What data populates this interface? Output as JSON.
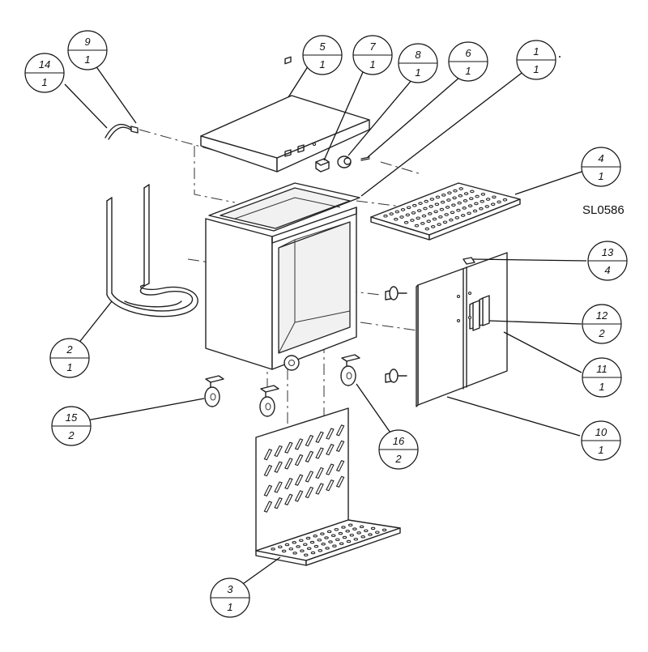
{
  "diagram": {
    "drawing_code": "SL0586",
    "balloons": [
      {
        "part": "9",
        "qty": "1"
      },
      {
        "part": "14",
        "qty": "1"
      },
      {
        "part": "5",
        "qty": "1"
      },
      {
        "part": "7",
        "qty": "1"
      },
      {
        "part": "8",
        "qty": "1"
      },
      {
        "part": "6",
        "qty": "1"
      },
      {
        "part": "1",
        "qty": "1"
      },
      {
        "part": "4",
        "qty": "1"
      },
      {
        "part": "13",
        "qty": "4"
      },
      {
        "part": "12",
        "qty": "2"
      },
      {
        "part": "11",
        "qty": "1"
      },
      {
        "part": "10",
        "qty": "1"
      },
      {
        "part": "2",
        "qty": "1"
      },
      {
        "part": "15",
        "qty": "2"
      },
      {
        "part": "16",
        "qty": "2"
      },
      {
        "part": "3",
        "qty": "1"
      }
    ]
  }
}
